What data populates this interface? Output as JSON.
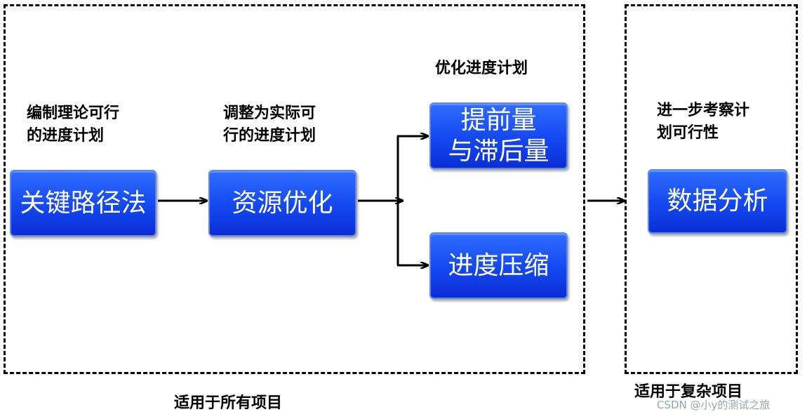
{
  "groups": {
    "all_projects": "适用于所有项目",
    "complex_projects": "适用于复杂项目"
  },
  "notes": {
    "theory": "编制理论可行\n的进度计划",
    "adjust": "调整为实际可\n行的进度计划",
    "optimize": "优化进度计划",
    "feasibility": "进一步考察计\n划可行性"
  },
  "boxes": {
    "cpm": "关键路径法",
    "resource": "资源优化",
    "lead_lag": "提前量\n与滞后量",
    "crash": "进度压缩",
    "data": "数据分析"
  },
  "colors": {
    "box_fill": "#1447f0",
    "box_border": "#5f88e8",
    "box_text": "#ffffff",
    "line": "#000000"
  },
  "watermark": "CSDN @小y的测试之旅"
}
